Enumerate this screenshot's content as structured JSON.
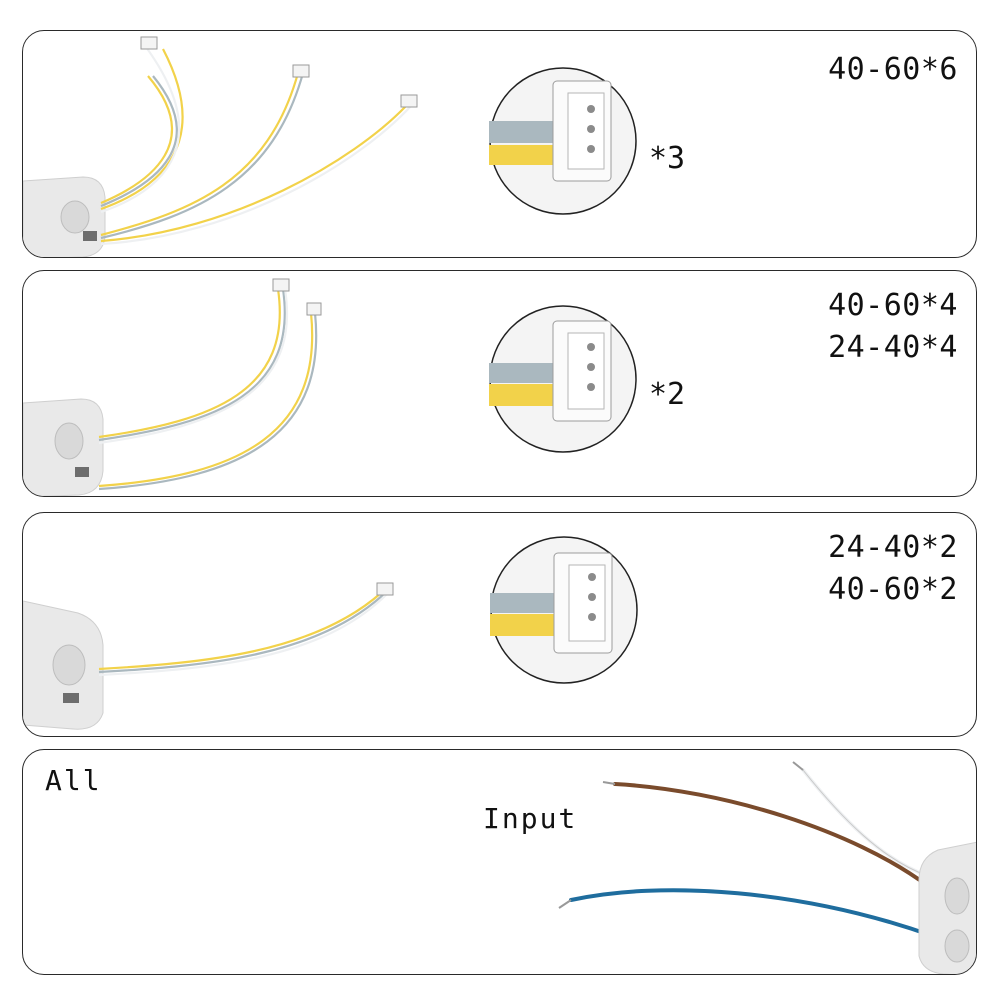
{
  "panels": [
    {
      "specs": [
        "40-60*6"
      ],
      "multiplier": "*3"
    },
    {
      "specs": [
        "40-60*4",
        "24-40*4"
      ],
      "multiplier": "*2"
    },
    {
      "specs": [
        "24-40*2",
        "40-60*2"
      ]
    },
    {
      "label_all": "All",
      "label_input": "Input"
    }
  ],
  "colors": {
    "wire_yellow": "#f2d24a",
    "wire_grey": "#aab8bf",
    "wire_white": "#eef0f2",
    "wire_brown": "#7a4b2c",
    "wire_blue": "#1f6d9e",
    "housing": "#ececec",
    "border": "#2a2a2a"
  }
}
